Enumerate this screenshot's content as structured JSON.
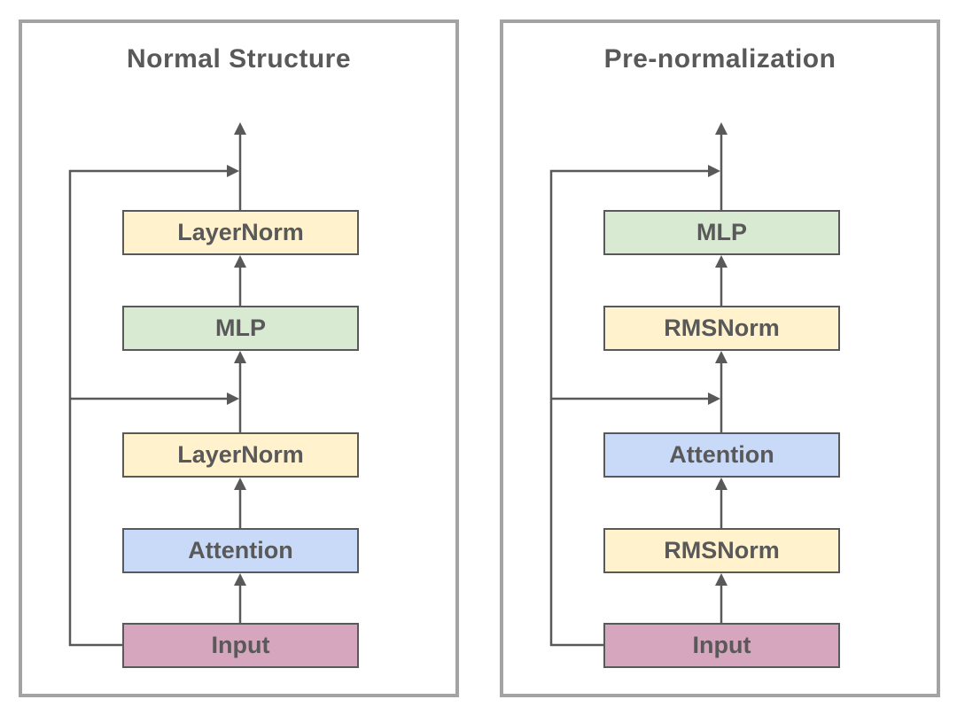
{
  "diagram": {
    "panels": [
      {
        "title": "Normal Structure",
        "blocks": [
          {
            "label": "LayerNorm",
            "kind": "normalization"
          },
          {
            "label": "MLP",
            "kind": "mlp"
          },
          {
            "label": "LayerNorm",
            "kind": "normalization"
          },
          {
            "label": "Attention",
            "kind": "attention"
          },
          {
            "label": "Input",
            "kind": "input"
          }
        ]
      },
      {
        "title": "Pre-normalization",
        "blocks": [
          {
            "label": "MLP",
            "kind": "mlp"
          },
          {
            "label": "RMSNorm",
            "kind": "normalization"
          },
          {
            "label": "Attention",
            "kind": "attention"
          },
          {
            "label": "RMSNorm",
            "kind": "normalization"
          },
          {
            "label": "Input",
            "kind": "input"
          }
        ]
      }
    ],
    "flow": {
      "direction": "bottom-to-top",
      "skip_connections": [
        "from Input around lower stack, merging before upper block",
        "from Input up to output merge above top block"
      ]
    },
    "colors": {
      "normalization_fill": "#FFF2CC",
      "mlp_fill": "#D9EAD3",
      "attention_fill": "#C9DAF8",
      "input_fill": "#D5A6BD",
      "line_and_text": "#595959",
      "panel_border": "#A3A3A3",
      "background": "#FFFFFF"
    }
  }
}
